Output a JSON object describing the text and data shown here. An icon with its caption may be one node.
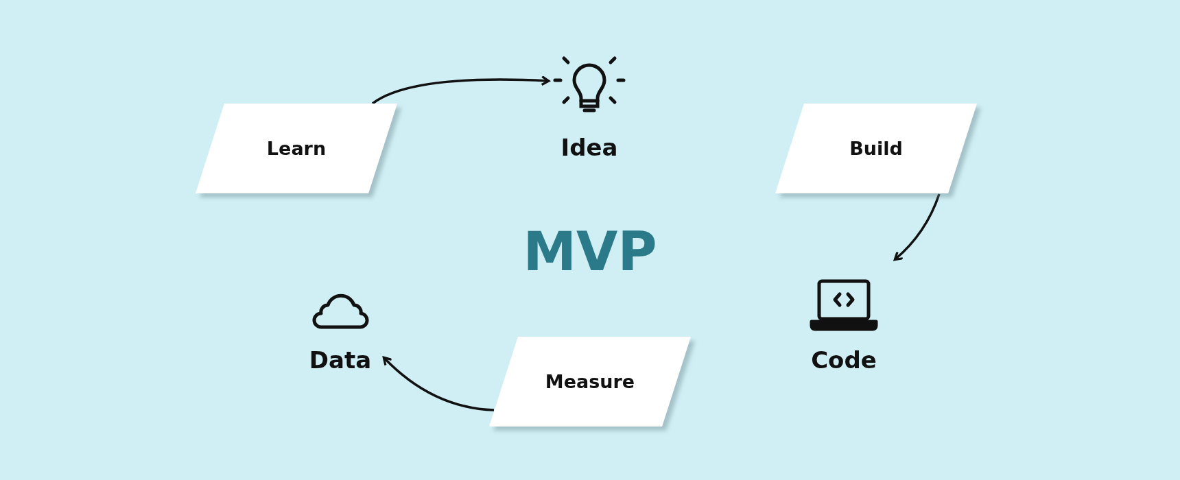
{
  "diagram": {
    "title": "MVP",
    "nodes": [
      {
        "text": [
          "Learn"
        ]
      },
      {
        "text": [
          "Idea"
        ]
      },
      {
        "text": [
          "Build"
        ]
      },
      {
        "text": [
          "Code"
        ]
      },
      {
        "text": [
          "Measure"
        ]
      },
      {
        "text": [
          "Data"
        ]
      }
    ],
    "edges": [
      {
        "from": 0,
        "to": 1,
        "arrow": "to"
      },
      {
        "from": 2,
        "to": 3,
        "arrow": "to"
      },
      {
        "from": 4,
        "to": 5,
        "arrow": "to"
      }
    ]
  }
}
